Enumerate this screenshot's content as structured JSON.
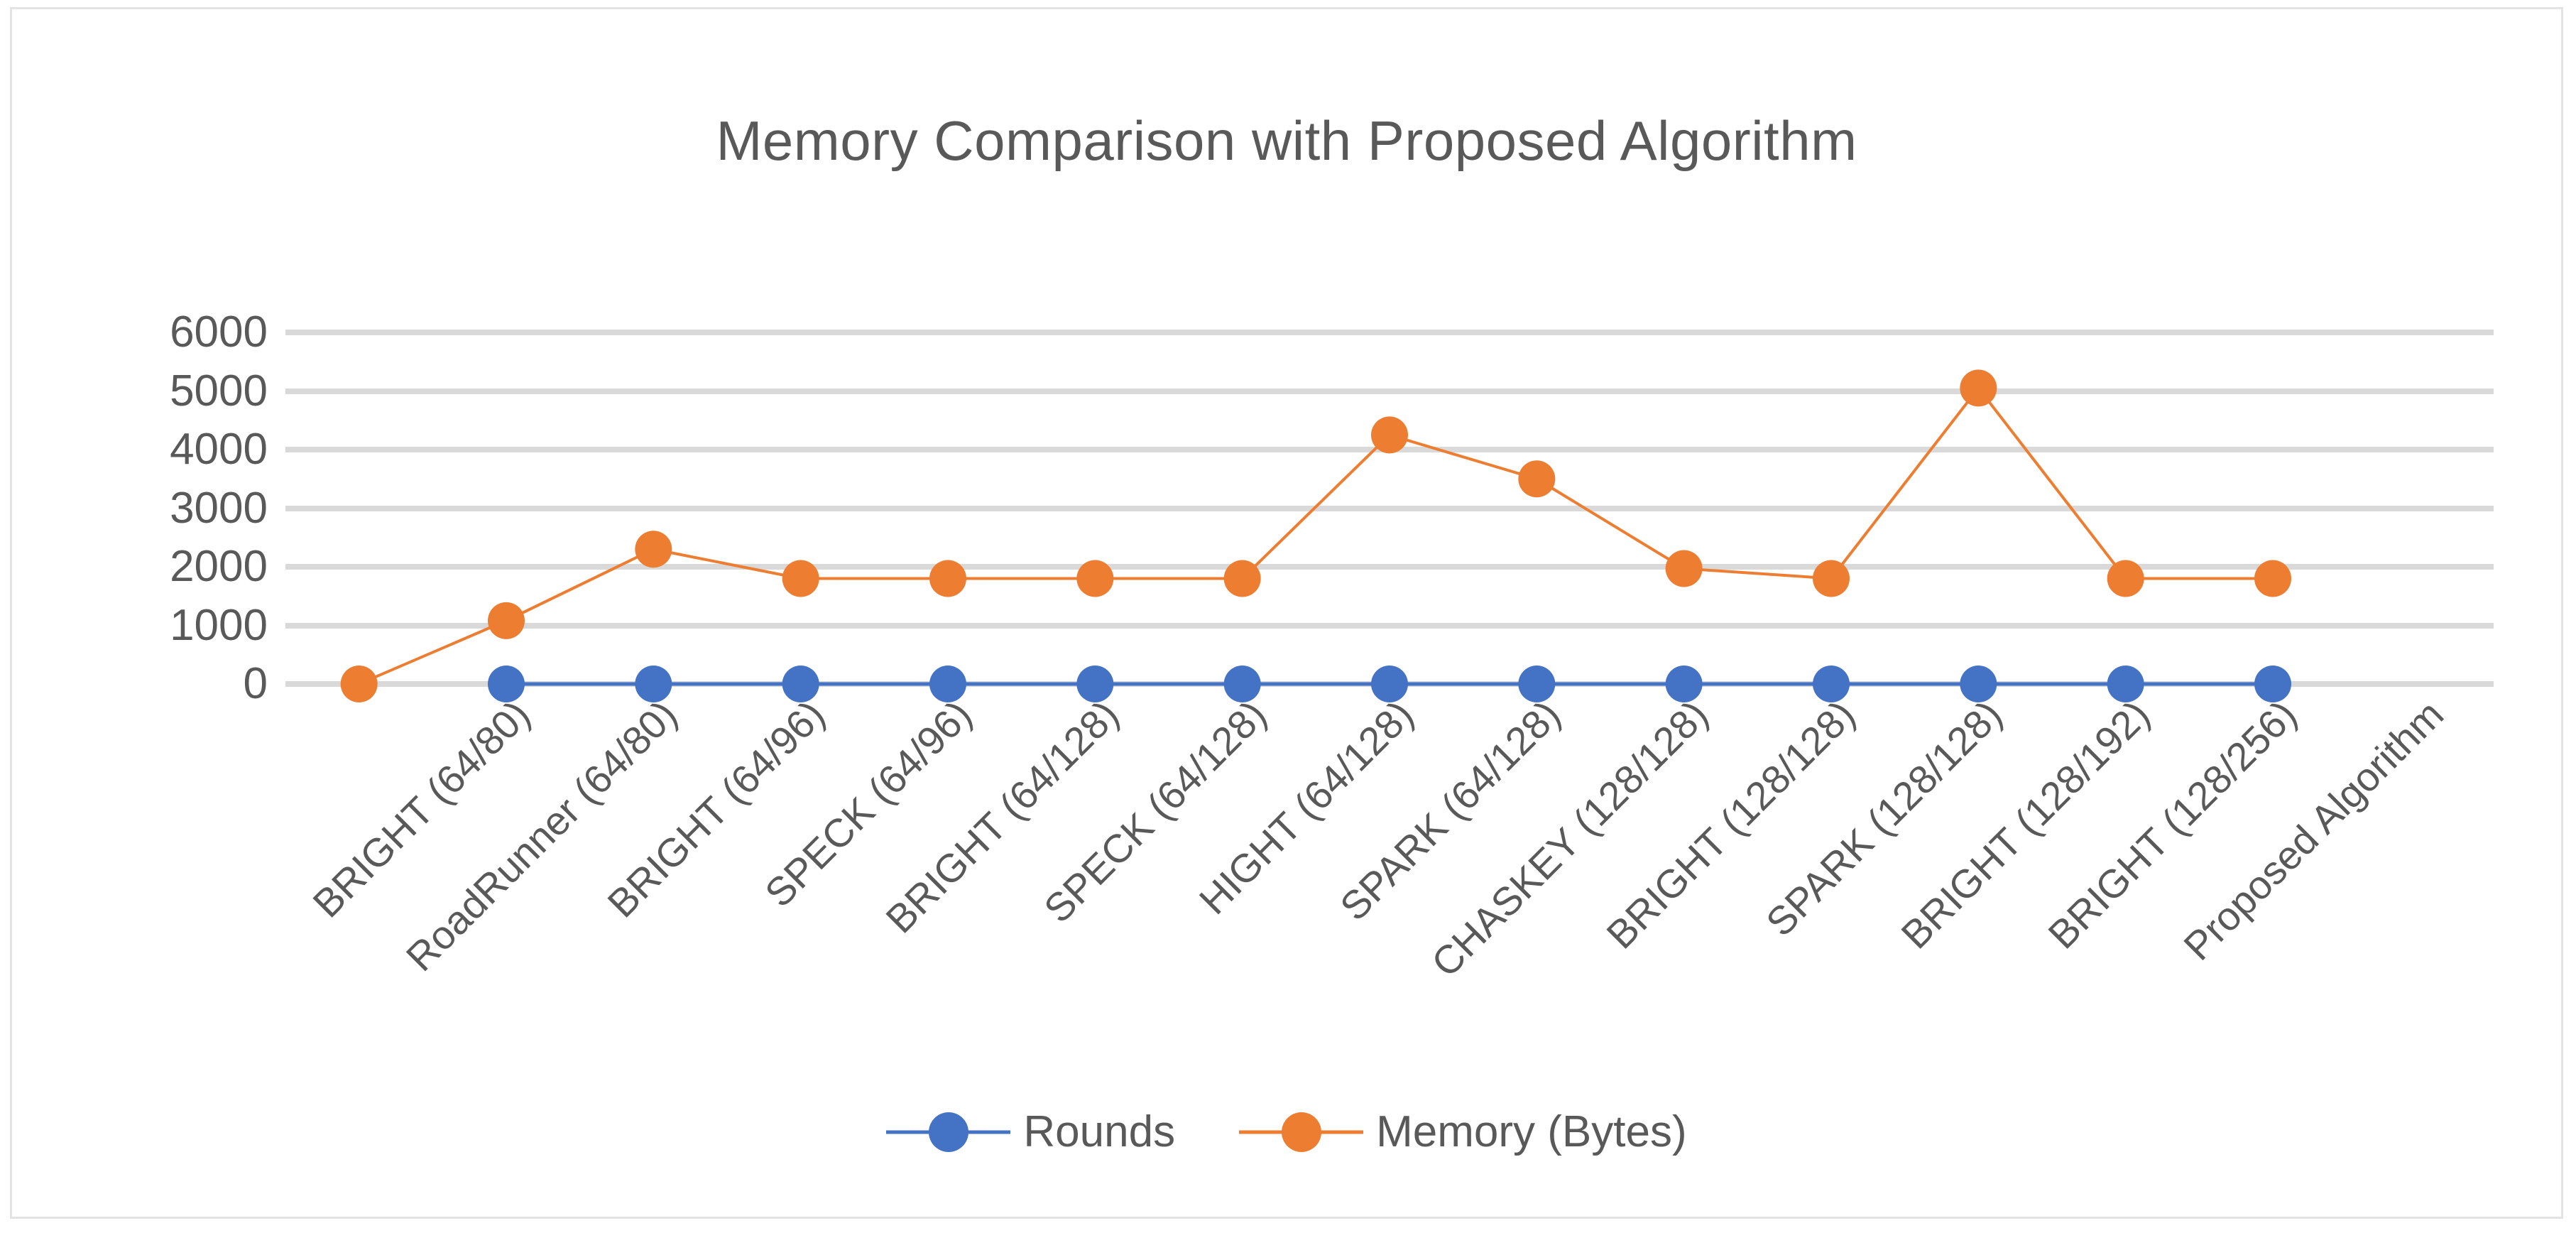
{
  "chart_data": {
    "type": "line",
    "title": "Memory Comparison with Proposed Algorithm",
    "xlabel": "",
    "ylabel": "",
    "ylim": [
      0,
      6000
    ],
    "ytick_step": 1000,
    "yticks": [
      "6000",
      "5000",
      "4000",
      "3000",
      "2000",
      "1000",
      "0"
    ],
    "grid": true,
    "legend_position": "bottom",
    "categories": [
      "BRIGHT (64/80)",
      "RoadRunner (64/80)",
      "BRIGHT (64/96)",
      "SPECK (64/96)",
      "BRIGHT (64/128)",
      "SPECK (64/128)",
      "HIGHT (64/128)",
      "SPARK (64/128)",
      "CHASKEY (128/128)",
      "BRIGHT (128/128)",
      "SPARK (128/128)",
      "BRIGHT (128/192)",
      "BRIGHT (128/256)",
      "Proposed Algorithm"
    ],
    "series": [
      {
        "name": "Rounds",
        "color": "#4472C4",
        "values": [
          null,
          0,
          0,
          0,
          0,
          0,
          0,
          0,
          0,
          0,
          0,
          0,
          0,
          0
        ]
      },
      {
        "name": "Memory (Bytes)",
        "color": "#ED7D31",
        "values": [
          0,
          1080,
          2300,
          1800,
          1800,
          1800,
          1800,
          4250,
          3500,
          1970,
          1800,
          5050,
          1800,
          1800
        ]
      }
    ],
    "notes": {
      "x_positions_count": 15,
      "rounds_marker_count": 14,
      "memory_marker_count": 15
    }
  },
  "axis": {
    "y_tick_labels": [
      "6000",
      "5000",
      "4000",
      "3000",
      "2000",
      "1000",
      "0"
    ],
    "x_tick_labels": [
      "BRIGHT (64/80)",
      "RoadRunner (64/80)",
      "BRIGHT (64/96)",
      "SPECK (64/96)",
      "BRIGHT (64/128)",
      "SPECK (64/128)",
      "HIGHT (64/128)",
      "SPARK (64/128)",
      "CHASKEY (128/128)",
      "BRIGHT (128/128)",
      "SPARK (128/128)",
      "BRIGHT (128/192)",
      "BRIGHT (128/256)",
      "Proposed Algorithm"
    ]
  },
  "legend": {
    "items": [
      {
        "label": "Rounds",
        "color": "#4472C4"
      },
      {
        "label": "Memory (Bytes)",
        "color": "#ED7D31"
      }
    ]
  },
  "colors": {
    "series_rounds": "#4472C4",
    "series_memory": "#ED7D31",
    "gridline": "#D9D9D9",
    "text": "#595959",
    "frame_border": "#E3E3E3",
    "background": "#FFFFFF"
  }
}
